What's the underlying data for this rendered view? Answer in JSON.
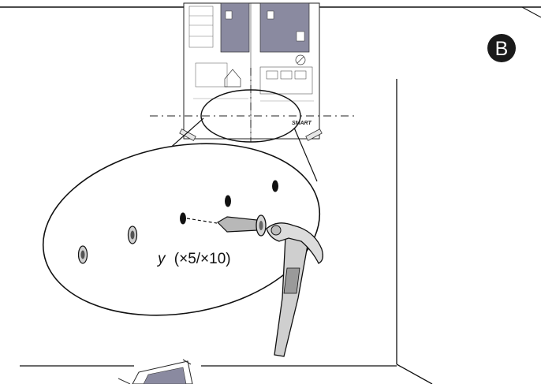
{
  "step": {
    "label": "B"
  },
  "callout": {
    "variable": "y",
    "quantity": "(×5/×10)"
  },
  "template": {
    "brand": "SMART"
  },
  "colors": {
    "line": "#111111",
    "badge": "#1a1a1a",
    "template_gray": "#8a8aa0",
    "screw": "#b8b8b8",
    "hammer_handle": "#cfcfcf"
  },
  "icons": [
    "wall-corner-illustration",
    "mounting-template-icon",
    "hammer-icon",
    "screw-anchor-icon",
    "drill-hole-icon"
  ]
}
